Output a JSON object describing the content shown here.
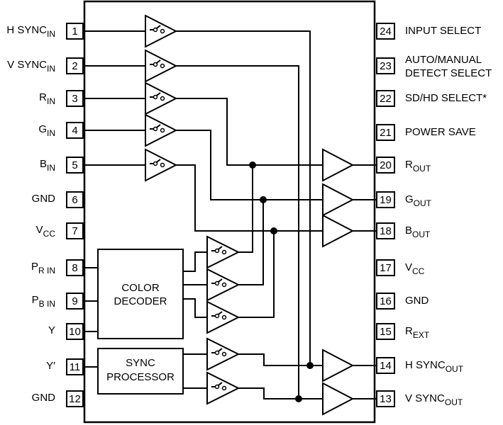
{
  "pins_left": [
    {
      "num": "1",
      "name": "H SYNC",
      "sub": "IN"
    },
    {
      "num": "2",
      "name": "V SYNC",
      "sub": "IN"
    },
    {
      "num": "3",
      "name": "R",
      "sub": "IN"
    },
    {
      "num": "4",
      "name": "G",
      "sub": "IN"
    },
    {
      "num": "5",
      "name": "B",
      "sub": "IN"
    },
    {
      "num": "6",
      "name": "GND",
      "sub": ""
    },
    {
      "num": "7",
      "name": "V",
      "sub": "CC"
    },
    {
      "num": "8",
      "name": "P",
      "sub": "R IN"
    },
    {
      "num": "9",
      "name": "P",
      "sub": "B IN"
    },
    {
      "num": "10",
      "name": "Y",
      "sub": ""
    },
    {
      "num": "11",
      "name": "Y′",
      "sub": ""
    },
    {
      "num": "12",
      "name": "GND",
      "sub": ""
    }
  ],
  "pins_right": [
    {
      "num": "24",
      "name": "INPUT SELECT",
      "sub": "",
      "line2": ""
    },
    {
      "num": "23",
      "name": "AUTO/MANUAL",
      "sub": "",
      "line2": "DETECT SELECT"
    },
    {
      "num": "22",
      "name": "SD/HD SELECT*",
      "sub": "",
      "line2": ""
    },
    {
      "num": "21",
      "name": "POWER SAVE",
      "sub": "",
      "line2": ""
    },
    {
      "num": "20",
      "name": "R",
      "sub": "OUT",
      "line2": ""
    },
    {
      "num": "19",
      "name": "G",
      "sub": "OUT",
      "line2": ""
    },
    {
      "num": "18",
      "name": "B",
      "sub": "OUT",
      "line2": ""
    },
    {
      "num": "17",
      "name": "V",
      "sub": "CC",
      "line2": ""
    },
    {
      "num": "16",
      "name": "GND",
      "sub": "",
      "line2": ""
    },
    {
      "num": "15",
      "name": "R",
      "sub": "EXT",
      "line2": ""
    },
    {
      "num": "14",
      "name": "H SYNC",
      "sub": "OUT",
      "line2": ""
    },
    {
      "num": "13",
      "name": "V SYNC",
      "sub": "OUT",
      "line2": ""
    }
  ],
  "blocks": {
    "color_decoder": [
      "COLOR",
      "DECODER"
    ],
    "sync_processor": [
      "SYNC",
      "PROCESSOR"
    ]
  }
}
